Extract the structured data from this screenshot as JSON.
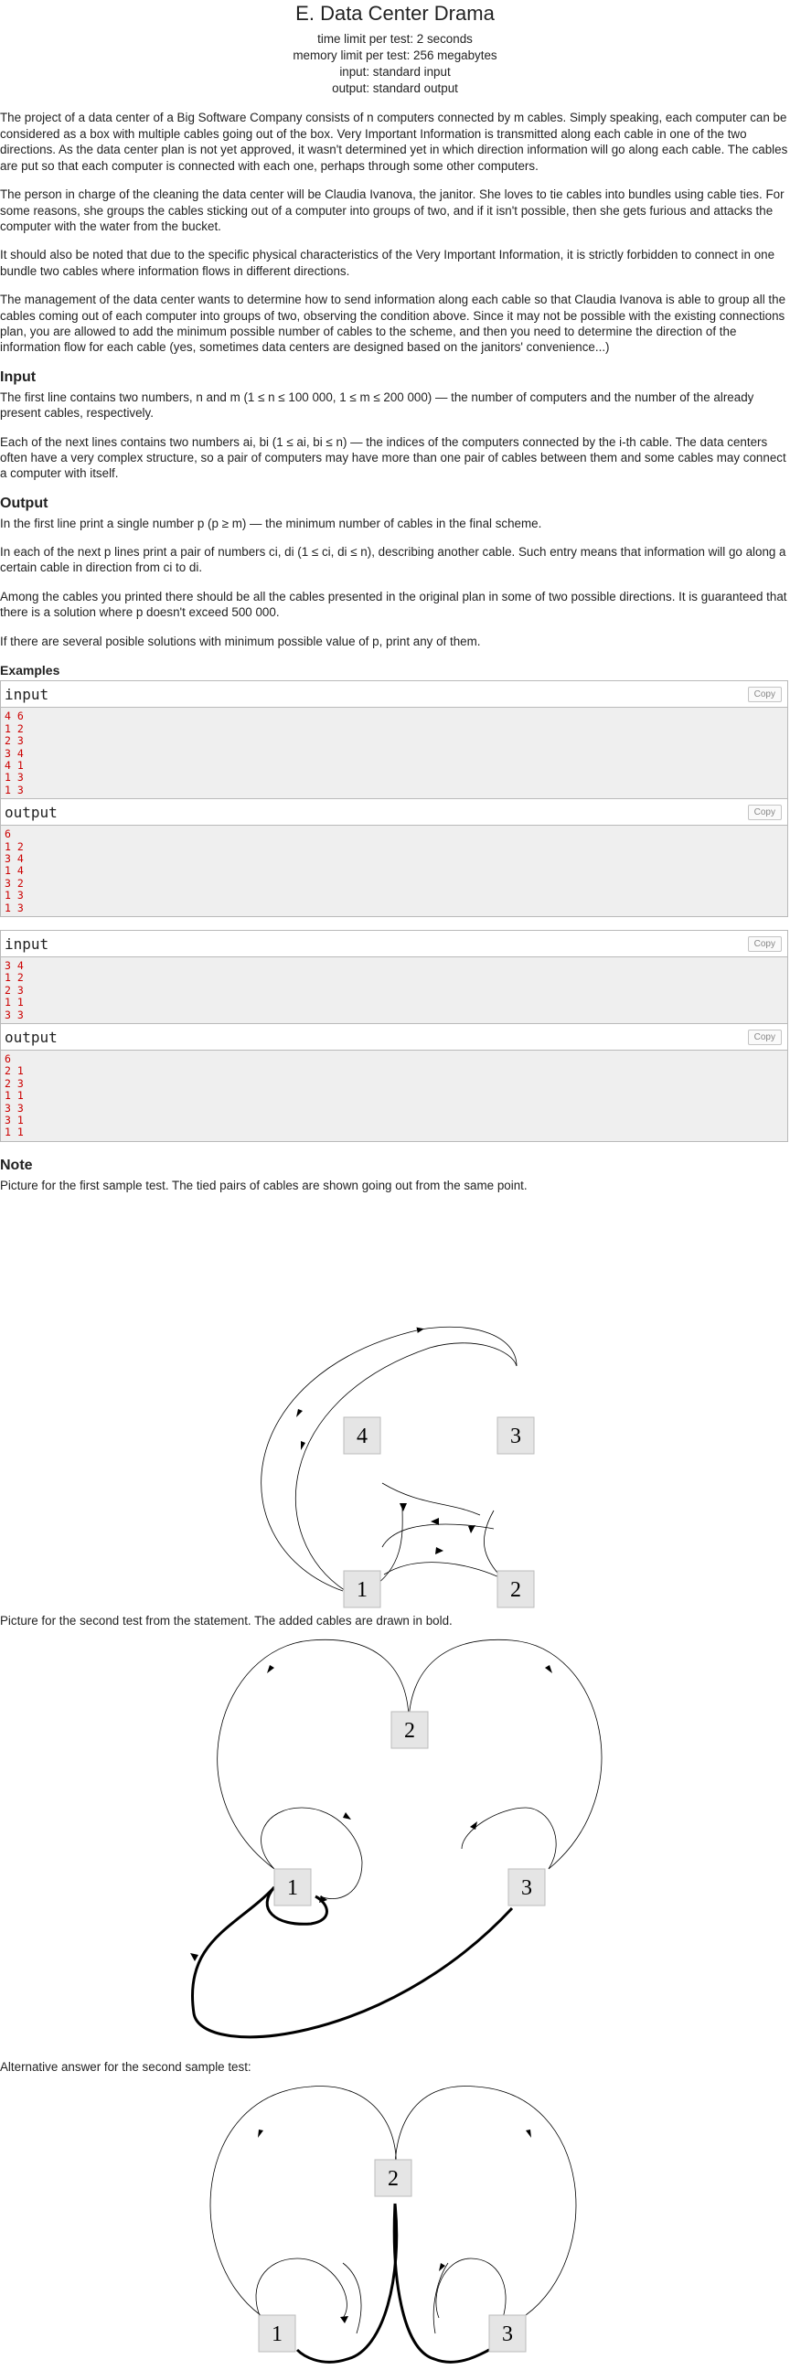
{
  "problem": {
    "title": "E. Data Center Drama",
    "time_limit": "time limit per test: 2 seconds",
    "memory_limit": "memory limit per test: 256 megabytes",
    "input": "input: standard input",
    "output": "output: standard output"
  },
  "statement": {
    "p1": "The project of a data center of a Big Software Company consists of n computers connected by m cables. Simply speaking, each computer can be considered as a box with multiple cables going out of the box. Very Important Information is transmitted along each cable in one of the two directions. As the data center plan is not yet approved, it wasn't determined yet in which direction information will go along each cable. The cables are put so that each computer is connected with each one, perhaps through some other computers.",
    "p2": "The person in charge of the cleaning the data center will be Claudia Ivanova, the janitor. She loves to tie cables into bundles using cable ties. For some reasons, she groups the cables sticking out of a computer into groups of two, and if it isn't possible, then she gets furious and attacks the computer with the water from the bucket.",
    "p3": "It should also be noted that due to the specific physical characteristics of the Very Important Information, it is strictly forbidden to connect in one bundle two cables where information flows in different directions.",
    "p4": "The management of the data center wants to determine how to send information along each cable so that Claudia Ivanova is able to group all the cables coming out of each computer into groups of two, observing the condition above. Since it may not be possible with the existing connections plan, you are allowed to add the minimum possible number of cables to the scheme, and then you need to determine the direction of the information flow for each cable (yes, sometimes data centers are designed based on the janitors' convenience...)"
  },
  "input_section": {
    "title": "Input",
    "p1": "The first line contains two numbers, n and m (1 ≤ n ≤ 100 000, 1 ≤ m ≤ 200 000) — the number of computers and the number of the already present cables, respectively.",
    "p2": "Each of the next lines contains two numbers ai, bi (1 ≤ ai, bi ≤ n) — the indices of the computers connected by the i-th cable. The data centers often have a very complex structure, so a pair of computers may have more than one pair of cables between them and some cables may connect a computer with itself."
  },
  "output_section": {
    "title": "Output",
    "p1": "In the first line print a single number p (p ≥ m) — the minimum number of cables in the final scheme.",
    "p2": "In each of the next p lines print a pair of numbers ci, di (1 ≤ ci, di ≤ n), describing another cable. Such entry means that information will go along a certain cable in direction from ci to di.",
    "p3": "Among the cables you printed there should be all the cables presented in the original plan in some of two possible directions. It is guaranteed that there is a solution where p doesn't exceed 500 000.",
    "p4": "If there are several posible solutions with minimum possible value of p, print any of them."
  },
  "examples": {
    "title": "Examples",
    "input_label": "input",
    "output_label": "output",
    "copy_label": "Copy",
    "ex1_in": "4 6\n1 2\n2 3\n3 4\n4 1\n1 3\n1 3",
    "ex1_out": "6\n1 2\n3 4\n1 4\n3 2\n1 3\n1 3",
    "ex2_in": "3 4\n1 2\n2 3\n1 1\n3 3",
    "ex2_out": "6\n2 1\n2 3\n1 1\n3 3\n3 1\n1 1"
  },
  "note": {
    "title": "Note",
    "cap1": "Picture for the first sample test. The tied pairs of cables are shown going out from the same point.",
    "cap2": "Picture for the second test from the statement. The added cables are drawn in bold.",
    "cap3": "Alternative answer for the second sample test:",
    "nodes": [
      "1",
      "2",
      "3",
      "4"
    ]
  }
}
